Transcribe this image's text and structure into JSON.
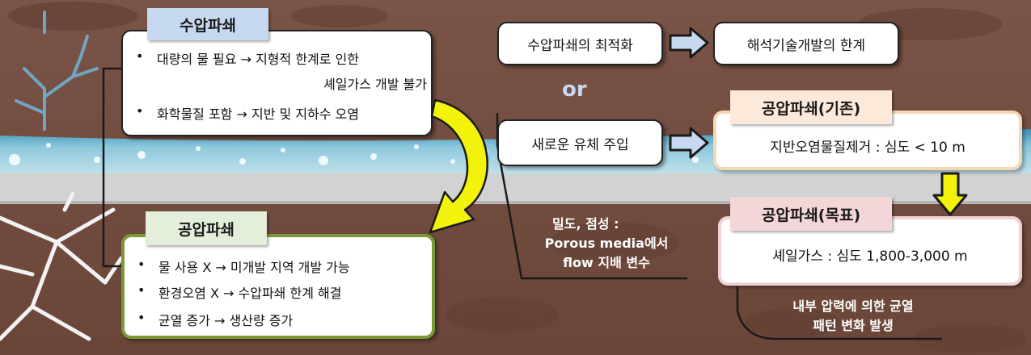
{
  "hydraulic": {
    "title": "수압파쇄",
    "items": [
      {
        "bullet": "•",
        "line1": "대량의 물 필요 → 지형적 한계로 인한",
        "line2": "셰일가스 개발 불가"
      },
      {
        "bullet": "•",
        "line1": "화학물질 포함 → 지반 및 지하수 오염",
        "line2": ""
      }
    ]
  },
  "pneumatic": {
    "title": "공압파쇄",
    "items": [
      {
        "bullet": "•",
        "text": "물 사용 X → 미개발 지역 개발 가능"
      },
      {
        "bullet": "•",
        "text": "환경오염 X → 수압파쇄 한계 해결"
      },
      {
        "bullet": "•",
        "text": "균열 증가 → 생산량 증가"
      }
    ]
  },
  "flow": {
    "optimize": "수압파쇄의 최적화",
    "limit": "해석기술개발의 한계",
    "or": "or",
    "new_fluid": "새로운 유체 주입"
  },
  "existing": {
    "title": "공압파쇄(기존)",
    "text": "지반오염물질제거 : 심도  < 10 m"
  },
  "target": {
    "title": "공압파쇄(목표)",
    "text": "셰일가스 : 심도 1,800-3,000 m"
  },
  "notes": {
    "density_line1": "밀도, 점성 :",
    "density_line2": "Porous media에서",
    "density_line3": "flow 지배 변수",
    "crack_line1": "내부 압력에 의한 균열",
    "crack_line2": "패턴 변화 발생"
  },
  "colors": {
    "ground": "#6e4a3c",
    "water": "#8fc3d6",
    "tag_blue": "#c6d9f1",
    "tag_green": "#e3efd9",
    "tag_orange": "#fde9d9",
    "tag_pink": "#f4d6d8",
    "arrow_yellow": "#f2f20a"
  }
}
